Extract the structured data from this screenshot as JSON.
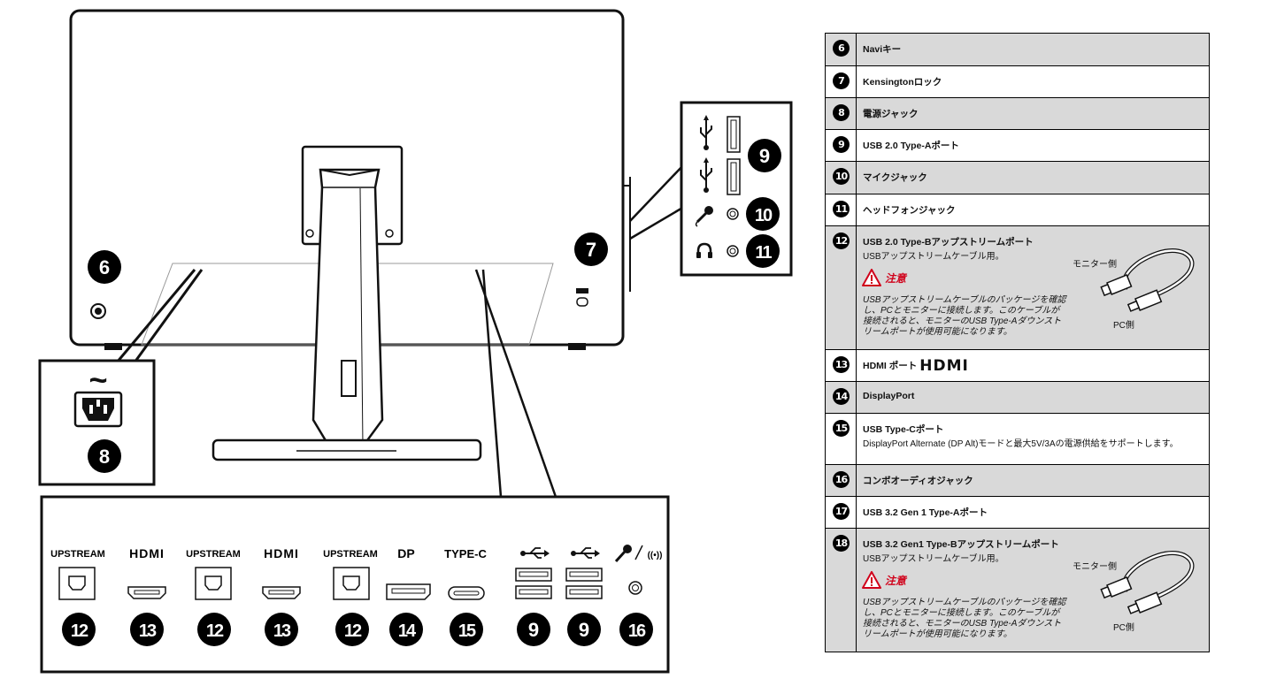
{
  "diagram": {
    "callouts": {
      "c6": "6",
      "c7": "7",
      "c8": "8",
      "c9": "9",
      "c10": "10",
      "c11": "11"
    },
    "ac_symbol": "~",
    "bottom_labels": {
      "upstream1": "UPSTREAM",
      "hdmi1": "HDMI",
      "upstream2": "UPSTREAM",
      "hdmi2": "HDMI",
      "upstream3": "UPSTREAM",
      "dp": "DP",
      "typec": "TYPE-C"
    },
    "bottom_numbers": [
      "12",
      "13",
      "12",
      "13",
      "12",
      "14",
      "15",
      "9",
      "9",
      "16"
    ]
  },
  "table": {
    "rows": [
      {
        "num": "6",
        "title": "Naviキー"
      },
      {
        "num": "7",
        "title": "Kensingtonロック"
      },
      {
        "num": "8",
        "title": "電源ジャック"
      },
      {
        "num": "9",
        "title": "USB 2.0 Type-Aポート"
      },
      {
        "num": "10",
        "title": "マイクジャック"
      },
      {
        "num": "11",
        "title": "ヘッドフォンジャック"
      },
      {
        "num": "12",
        "title": "USB 2.0 Type-Bアップストリームポート",
        "desc": "USBアップストリームケーブル用。",
        "caution_label": "注意",
        "caution_text": "USBアップストリームケーブルのパッケージを確認し、PCとモニターに接続します。このケーブルが接続されると、モニターのUSB Type-Aダウンストリームポートが使用可能になります。",
        "cable_monitor": "モニター側",
        "cable_pc": "PC側"
      },
      {
        "num": "13",
        "title": "HDMI ポート",
        "logo": "HDMI"
      },
      {
        "num": "14",
        "title": "DisplayPort"
      },
      {
        "num": "15",
        "title": "USB Type-Cポート",
        "desc": "DisplayPort Alternate (DP Alt)モードと最大5V/3Aの電源供給をサポートします。"
      },
      {
        "num": "16",
        "title": "コンボオーディオジャック"
      },
      {
        "num": "17",
        "title": "USB 3.2 Gen 1 Type-Aポート"
      },
      {
        "num": "18",
        "title": "USB 3.2  Gen1 Type-Bアップストリームポート",
        "desc": "USBアップストリームケーブル用。",
        "caution_label": "注意",
        "caution_text": "USBアップストリームケーブルのパッケージを確認し、PCとモニターに接続します。このケーブルが接続されると、モニターのUSB Type-Aダウンストリームポートが使用可能になります。",
        "cable_monitor": "モニター側",
        "cable_pc": "PC側"
      }
    ]
  }
}
